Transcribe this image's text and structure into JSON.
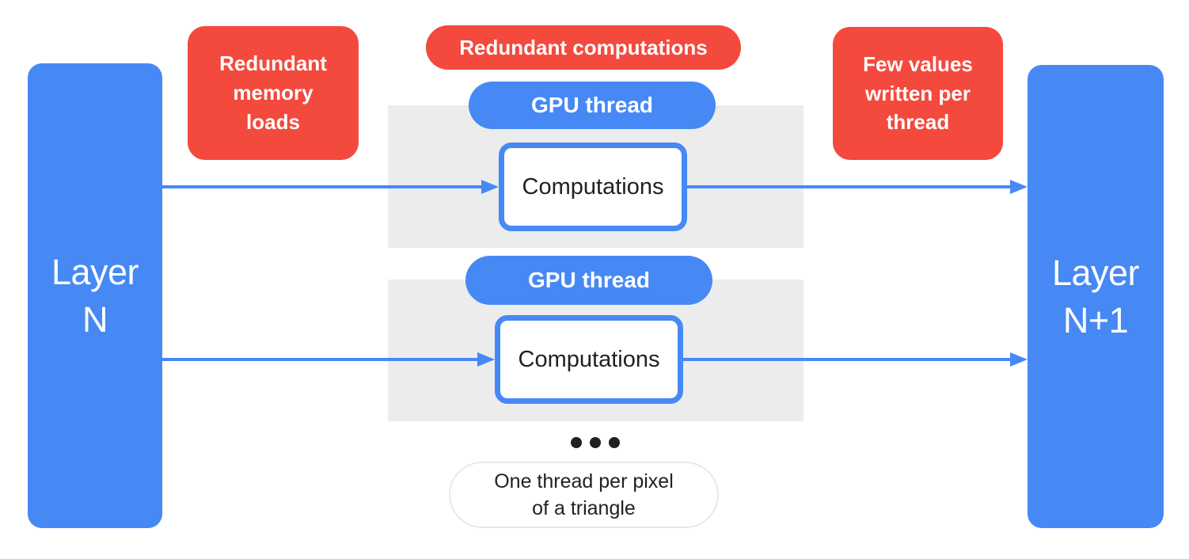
{
  "colors": {
    "blue": "#4689F5",
    "red": "#F4493D",
    "gray": "#ECECEC",
    "dark_text": "#202124",
    "note_border": "#E7E9EB"
  },
  "layers": {
    "left": {
      "line1": "Layer",
      "line2": "N"
    },
    "right": {
      "line1": "Layer",
      "line2": "N+1"
    }
  },
  "callouts": {
    "memory": {
      "lines": [
        "Redundant",
        "memory",
        "loads"
      ]
    },
    "compute": {
      "label": "Redundant computations"
    },
    "few": {
      "lines": [
        "Few values",
        "written per",
        "thread"
      ]
    }
  },
  "threads": [
    {
      "pill": "GPU thread",
      "box": "Computations"
    },
    {
      "pill": "GPU thread",
      "box": "Computations"
    }
  ],
  "ellipsis_dots": 3,
  "note": {
    "line1": "One thread per pixel",
    "line2": "of a triangle"
  }
}
